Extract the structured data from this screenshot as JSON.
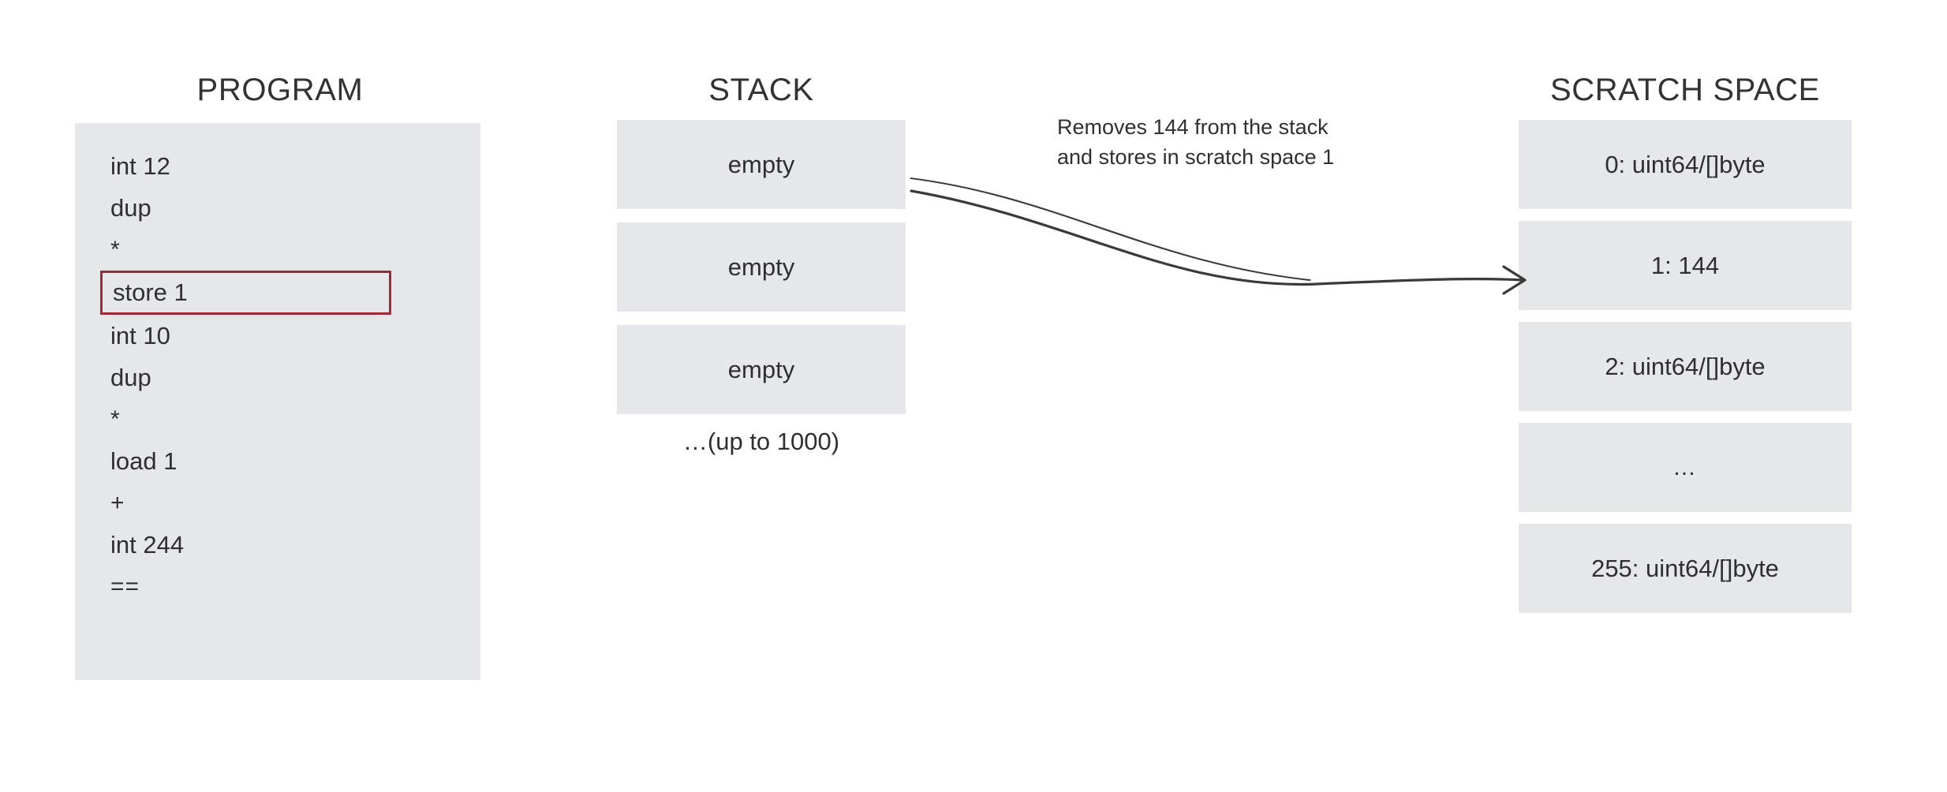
{
  "columns": {
    "program": {
      "title": "PROGRAM",
      "lines": [
        {
          "text": "int 12",
          "highlighted": false,
          "symbol": false
        },
        {
          "text": "dup",
          "highlighted": false,
          "symbol": false
        },
        {
          "text": "*",
          "highlighted": false,
          "symbol": true
        },
        {
          "text": "store 1",
          "highlighted": true,
          "symbol": false
        },
        {
          "text": "int 10",
          "highlighted": false,
          "symbol": false
        },
        {
          "text": "dup",
          "highlighted": false,
          "symbol": false
        },
        {
          "text": "*",
          "highlighted": false,
          "symbol": true
        },
        {
          "text": "load 1",
          "highlighted": false,
          "symbol": false
        },
        {
          "text": "+",
          "highlighted": false,
          "symbol": true
        },
        {
          "text": "int 244",
          "highlighted": false,
          "symbol": false
        },
        {
          "text": "==",
          "highlighted": false,
          "symbol": true
        }
      ]
    },
    "stack": {
      "title": "STACK",
      "cells": [
        {
          "text": "empty"
        },
        {
          "text": "empty"
        },
        {
          "text": "empty"
        }
      ],
      "footnote": "…(up to 1000)"
    },
    "scratch": {
      "title": "SCRATCH SPACE",
      "cells": [
        {
          "text": "0: uint64/[]byte",
          "ellipsis": false
        },
        {
          "text": "1: 144",
          "ellipsis": false
        },
        {
          "text": "2: uint64/[]byte",
          "ellipsis": false
        },
        {
          "text": "…",
          "ellipsis": true
        },
        {
          "text": "255: uint64/[]byte",
          "ellipsis": false
        }
      ]
    }
  },
  "annotation": {
    "line1": "Removes 144 from the stack",
    "line2": "and stores in scratch space 1"
  },
  "arrow": {
    "icon": "curved-arrow-right",
    "color": "#3a3a3a"
  },
  "colors": {
    "panel_gray": "#e5e7ea",
    "highlight_red": "#9e2a38",
    "text": "#2f2f2f",
    "background": "#ffffff"
  }
}
